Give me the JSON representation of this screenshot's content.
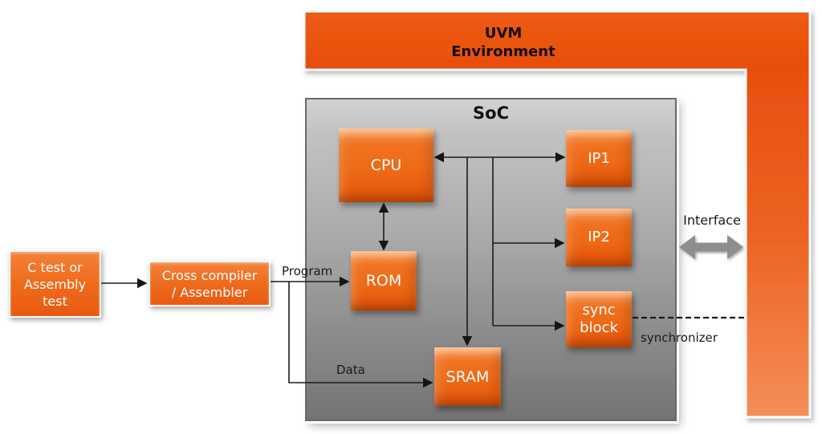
{
  "banner": {
    "line1": "UVM",
    "line2": "Environment"
  },
  "soc": {
    "title": "SoC",
    "blocks": {
      "cpu": "CPU",
      "rom": "ROM",
      "sram": "SRAM",
      "ip1": "IP1",
      "ip2": "IP2",
      "sync_line1": "sync",
      "sync_line2": "block"
    }
  },
  "external": {
    "c_test": {
      "line1": "C test or",
      "line2": "Assembly",
      "line3": "test"
    },
    "compiler": {
      "line1": "Cross compiler",
      "line2": "/ Assembler"
    }
  },
  "labels": {
    "program": "Program",
    "data": "Data",
    "interface": "Interface",
    "synchronizer": "synchronizer"
  },
  "colors": {
    "banner_orange": "#EB5912",
    "bar_orange_bottom": "#F58E59",
    "block_orange": "#EE6A16",
    "soc_gray_top": "#CDCDCD",
    "soc_gray_bottom": "#757575",
    "interface_arrow_gray": "#8E8E8E",
    "connector_black": "#1B1B1B",
    "block_text_white": "#FFFFFF",
    "label_text_black": "#1A1A1A"
  }
}
